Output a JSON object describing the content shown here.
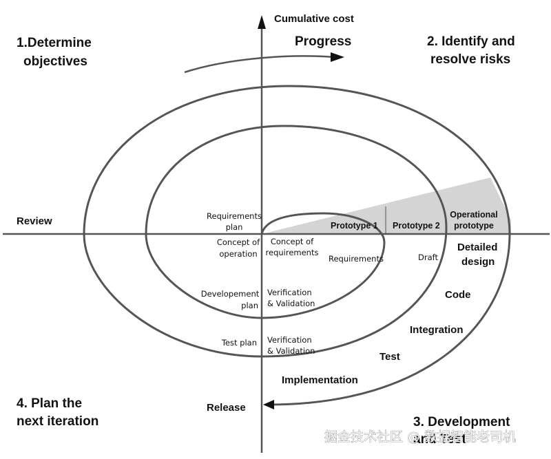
{
  "title": "Cumulative cost",
  "progress": "Progress",
  "quadrants": {
    "q1": [
      "1.Determine",
      "objectives"
    ],
    "q2": [
      "2. Identify and",
      "resolve risks"
    ],
    "q3": [
      "3. Development",
      "and Test"
    ],
    "q4": [
      "4. Plan the",
      "next iteration"
    ]
  },
  "review": "Review",
  "release": "Release",
  "inner_labels": {
    "requirements_plan": [
      "Requirements",
      "plan"
    ],
    "concept_of_operation": [
      "Concept of",
      "operation"
    ],
    "concept_of_requirements": [
      "Concept of",
      "requirements"
    ],
    "requirements": "Requirements",
    "developement_plan": [
      "Developement",
      "plan"
    ],
    "verification_1": [
      "Verification",
      "& Validation"
    ],
    "test_plan": "Test plan",
    "verification_2": [
      "Verification",
      "& Validation"
    ],
    "draft": "Draft"
  },
  "prototypes": {
    "p1": "Prototype 1",
    "p2": "Prototype 2",
    "op": [
      "Operational",
      "prototype"
    ]
  },
  "dev_steps": {
    "detailed_design": [
      "Detailed",
      "design"
    ],
    "code": "Code",
    "integration": "Integration",
    "test": "Test",
    "implementation": "Implementation"
  },
  "watermark": "掘金技术社区 @ 数据智能老司机",
  "colors": {
    "line": "#555555",
    "shade": "#d4d4d4",
    "text": "#111111"
  }
}
